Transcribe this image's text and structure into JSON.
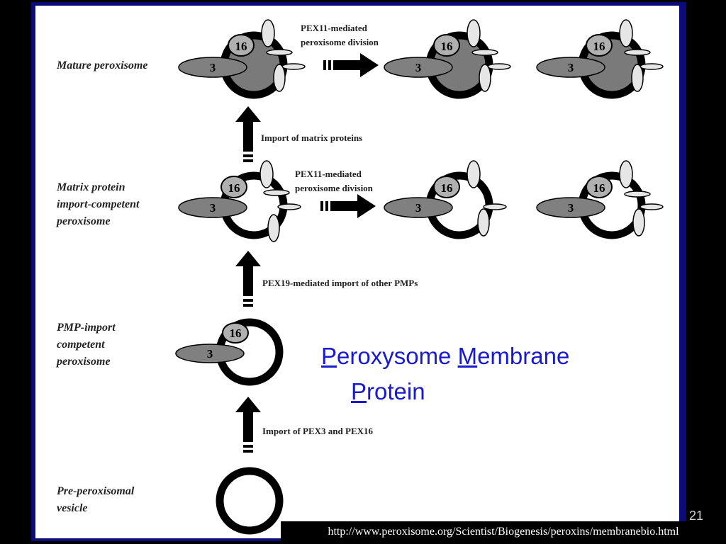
{
  "slide": {
    "page_number": "21",
    "source_url": "http://www.peroxisome.org/Scientist/Biogenesis/peroxins/membranebio.html"
  },
  "stages": {
    "mature": "Mature peroxisome",
    "matrix_import_competent": "Matrix protein\nimport-competent\nperoxisome",
    "pmp_import_competent": "PMP-import\ncompetent\nperoxisome",
    "pre_peroxisomal": "Pre-peroxisomal\nvesicle"
  },
  "steps": {
    "division_top": [
      "PEX11-mediated",
      "peroxisome division"
    ],
    "division_middle": [
      "PEX11-mediated",
      "peroxisome division"
    ],
    "import_matrix": "Import of matrix proteins",
    "import_pmps": "PEX19-mediated import of other PMPs",
    "import_pex3_pex16": "Import of PEX3 and PEX16"
  },
  "protein_labels": {
    "pex3": "3",
    "pex16": "16"
  },
  "callout": {
    "line1_initial": "P",
    "line1_rest": "eroxysome ",
    "line1_initial2": "M",
    "line1_rest2": "embrane",
    "line2_initial": "P",
    "line2_rest": "rotein"
  },
  "colors": {
    "background": "#000000",
    "panel": "#ffffff",
    "frame": "#0b0b7a",
    "membrane": "#000000",
    "matrix_fill": "#7a7a7a",
    "pex3_fill": "#808080",
    "pex16_fill": "#b0b0b0",
    "pmp_fill": "#e6e6e6",
    "callout_text": "#1a1acd"
  }
}
